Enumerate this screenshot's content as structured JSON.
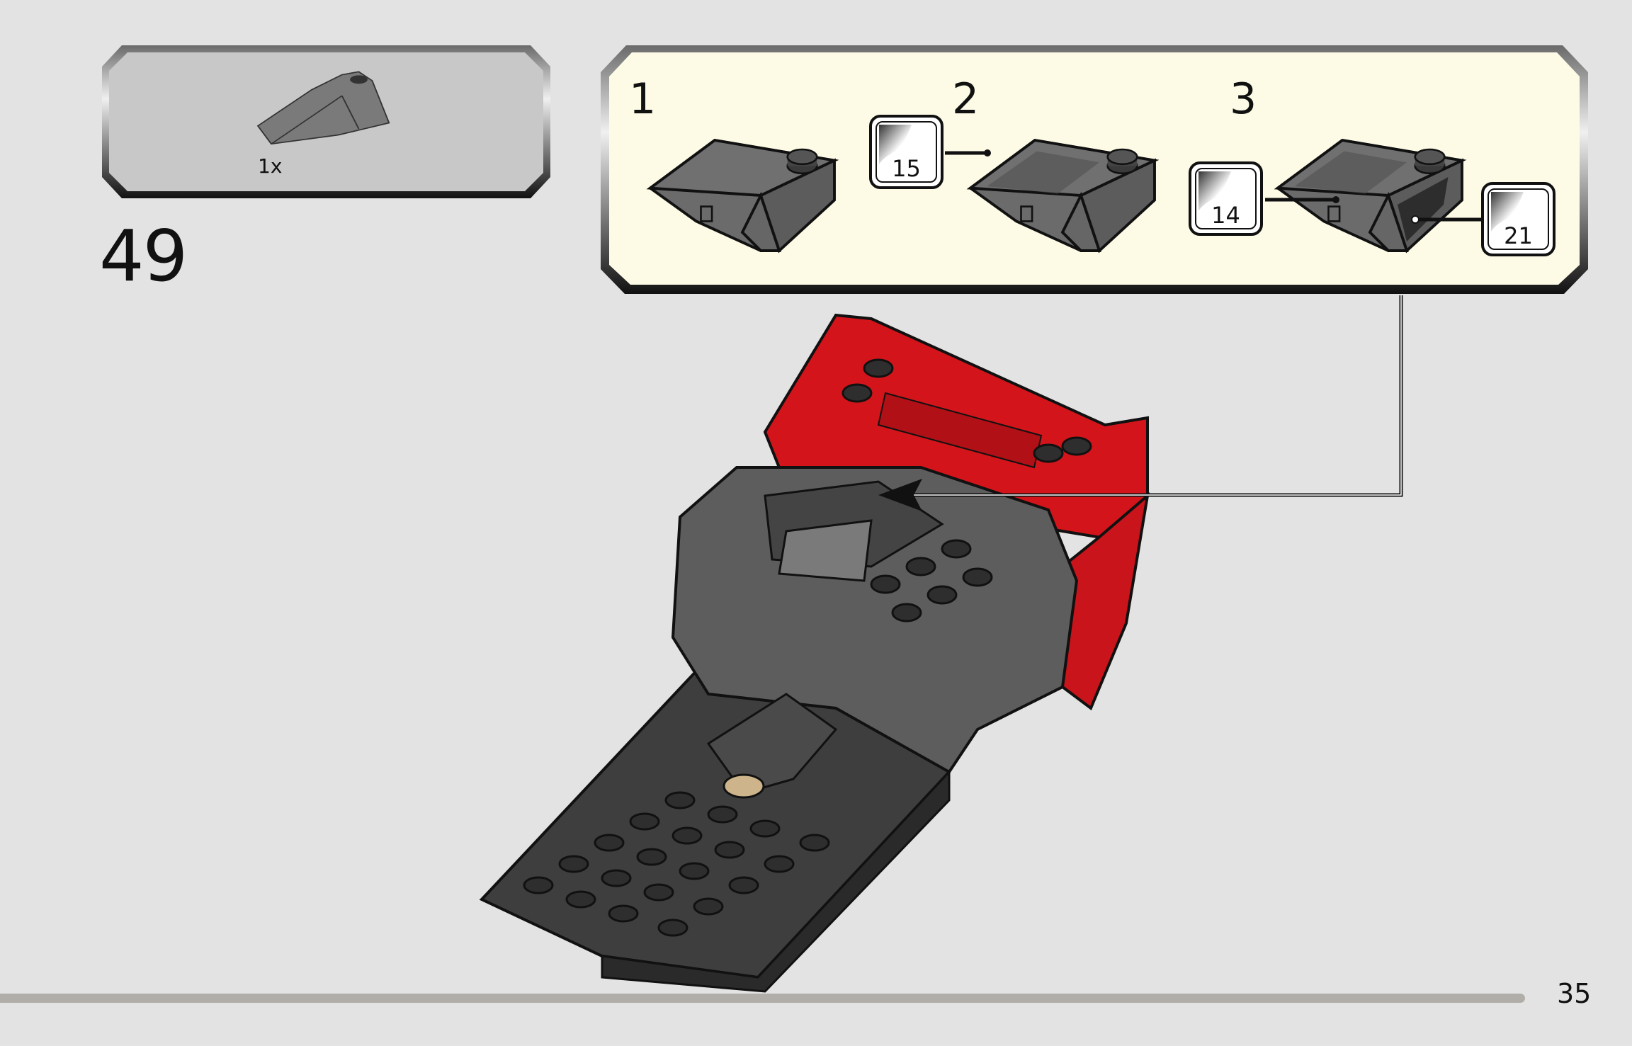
{
  "parts_list": {
    "items": [
      {
        "quantity": "1x",
        "part": "dark-grey-wedge-slope-brick"
      }
    ]
  },
  "step": {
    "number": "49"
  },
  "sub_assembly": {
    "background": "#fdfbe6",
    "sub_steps": [
      {
        "number": "1",
        "stickers": []
      },
      {
        "number": "2",
        "stickers": [
          "15"
        ]
      },
      {
        "number": "3",
        "stickers": [
          "14",
          "21"
        ]
      }
    ]
  },
  "page": {
    "number": "35"
  },
  "colors": {
    "page_bg": "#e3e3e3",
    "brick_grey": "#6b6b6b",
    "model_red": "#d3151b",
    "bar": "#b1ada8"
  }
}
